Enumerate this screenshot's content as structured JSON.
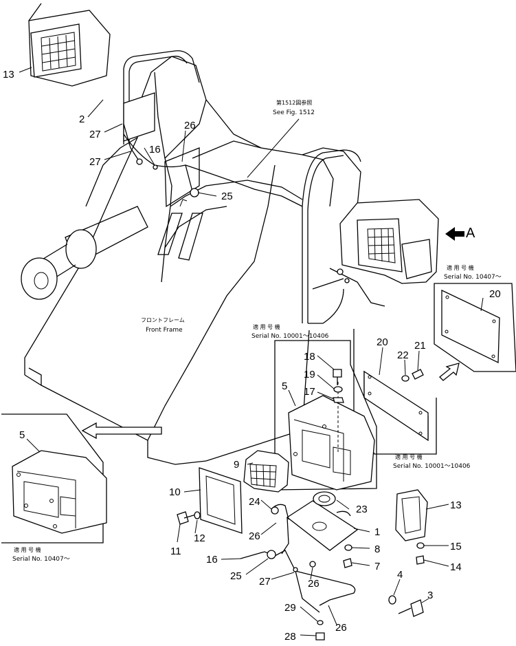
{
  "notes": {
    "see_fig_jp": "第1512図参照",
    "see_fig": "See Fig. 1512",
    "front_frame_jp": "フロントフレーム",
    "front_frame": "Front Frame",
    "applicable_jp": "適 用 号 機",
    "serial_10407": "Serial No. 10407～",
    "serial_10001_10406": "Serial No. 10001～10406",
    "view_a": "A"
  },
  "part_numbers": {
    "p1": "1",
    "p2": "2",
    "p3": "3",
    "p4": "4",
    "p5": "5",
    "p7": "7",
    "p8": "8",
    "p9": "9",
    "p10": "10",
    "p11": "11",
    "p12": "12",
    "p13": "13",
    "p14": "14",
    "p15": "15",
    "p16": "16",
    "p17": "17",
    "p18": "18",
    "p19": "19",
    "p20": "20",
    "p21": "21",
    "p22": "22",
    "p23": "23",
    "p24": "24",
    "p25": "25",
    "p26": "26",
    "p27": "27",
    "p28": "28",
    "p29": "29"
  }
}
